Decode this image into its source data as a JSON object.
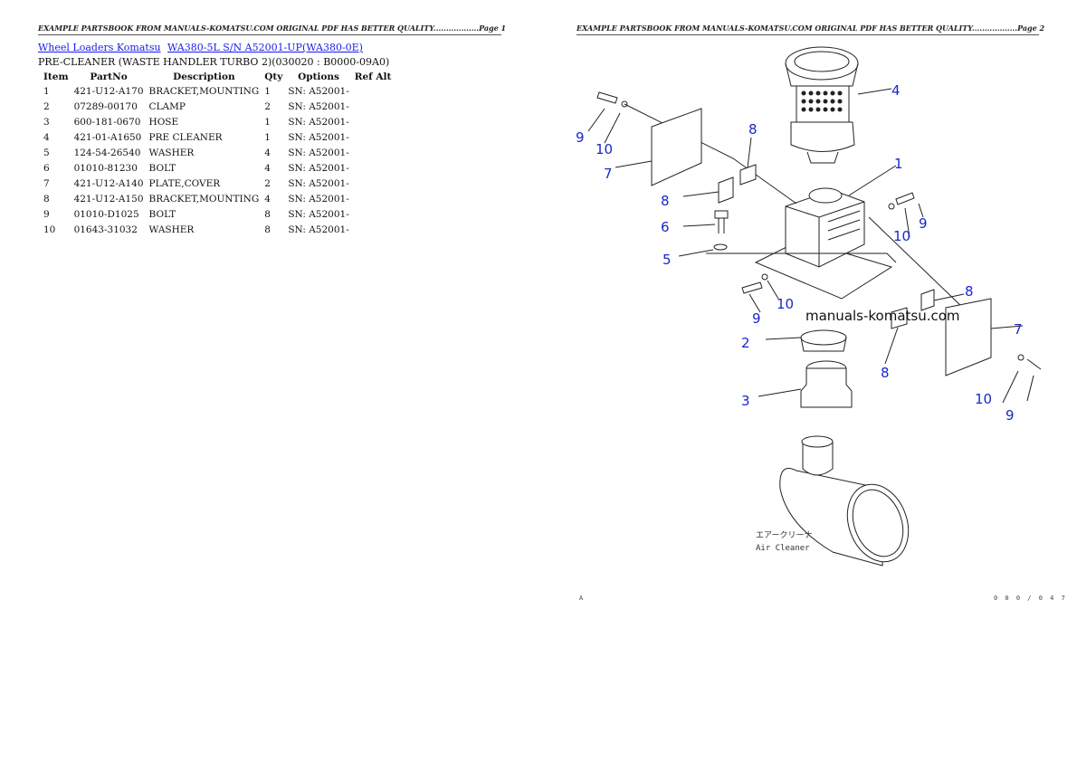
{
  "page1_header": "EXAMPLE PARTSBOOK FROM MANUALS-KOMATSU.COM ORIGINAL PDF HAS BETTER QUALITY..................Page 1",
  "page2_header": "EXAMPLE PARTSBOOK FROM MANUALS-KOMATSU.COM ORIGINAL PDF HAS BETTER QUALITY..................Page 2",
  "breadcrumb": {
    "link1": "Wheel Loaders Komatsu",
    "link2": "WA380-5L S/N A52001-UP(WA380-0E)"
  },
  "subtitle": "PRE-CLEANER (WASTE HANDLER TURBO 2)(030020 : B0000-09A0)",
  "table": {
    "headers": [
      "Item",
      "PartNo",
      "Description",
      "Qty",
      "Options",
      "Ref Alt"
    ],
    "rows": [
      {
        "item": "1",
        "partno": "421-U12-A170",
        "desc": "BRACKET,MOUNTING",
        "qty": "1",
        "options": "SN: A52001-"
      },
      {
        "item": "2",
        "partno": "07289-00170",
        "desc": "CLAMP",
        "qty": "2",
        "options": "SN: A52001-"
      },
      {
        "item": "3",
        "partno": "600-181-0670",
        "desc": "HOSE",
        "qty": "1",
        "options": "SN: A52001-"
      },
      {
        "item": "4",
        "partno": "421-01-A1650",
        "desc": "PRE CLEANER",
        "qty": "1",
        "options": "SN: A52001-"
      },
      {
        "item": "5",
        "partno": "124-54-26540",
        "desc": "WASHER",
        "qty": "4",
        "options": "SN: A52001-"
      },
      {
        "item": "6",
        "partno": "01010-81230",
        "desc": "BOLT",
        "qty": "4",
        "options": "SN: A52001-"
      },
      {
        "item": "7",
        "partno": "421-U12-A140",
        "desc": "PLATE,COVER",
        "qty": "2",
        "options": "SN: A52001-"
      },
      {
        "item": "8",
        "partno": "421-U12-A150",
        "desc": "BRACKET,MOUNTING",
        "qty": "4",
        "options": "SN: A52001-"
      },
      {
        "item": "9",
        "partno": "01010-D1025",
        "desc": "BOLT",
        "qty": "8",
        "options": "SN: A52001-"
      },
      {
        "item": "10",
        "partno": "01643-31032",
        "desc": "WASHER",
        "qty": "8",
        "options": "SN: A52001-"
      }
    ]
  },
  "diagram": {
    "callouts": [
      "4",
      "9",
      "10",
      "7",
      "8",
      "1",
      "9",
      "8",
      "6",
      "10",
      "5",
      "10",
      "9",
      "8",
      "2",
      "7",
      "8",
      "3",
      "10",
      "9"
    ],
    "watermark": "manuals-komatsu.com",
    "air_cleaner_jp": "エアークリーナ",
    "air_cleaner_en": "Air Cleaner",
    "code_left": "A",
    "code_right": "0 0 0 / 0 4 7"
  }
}
